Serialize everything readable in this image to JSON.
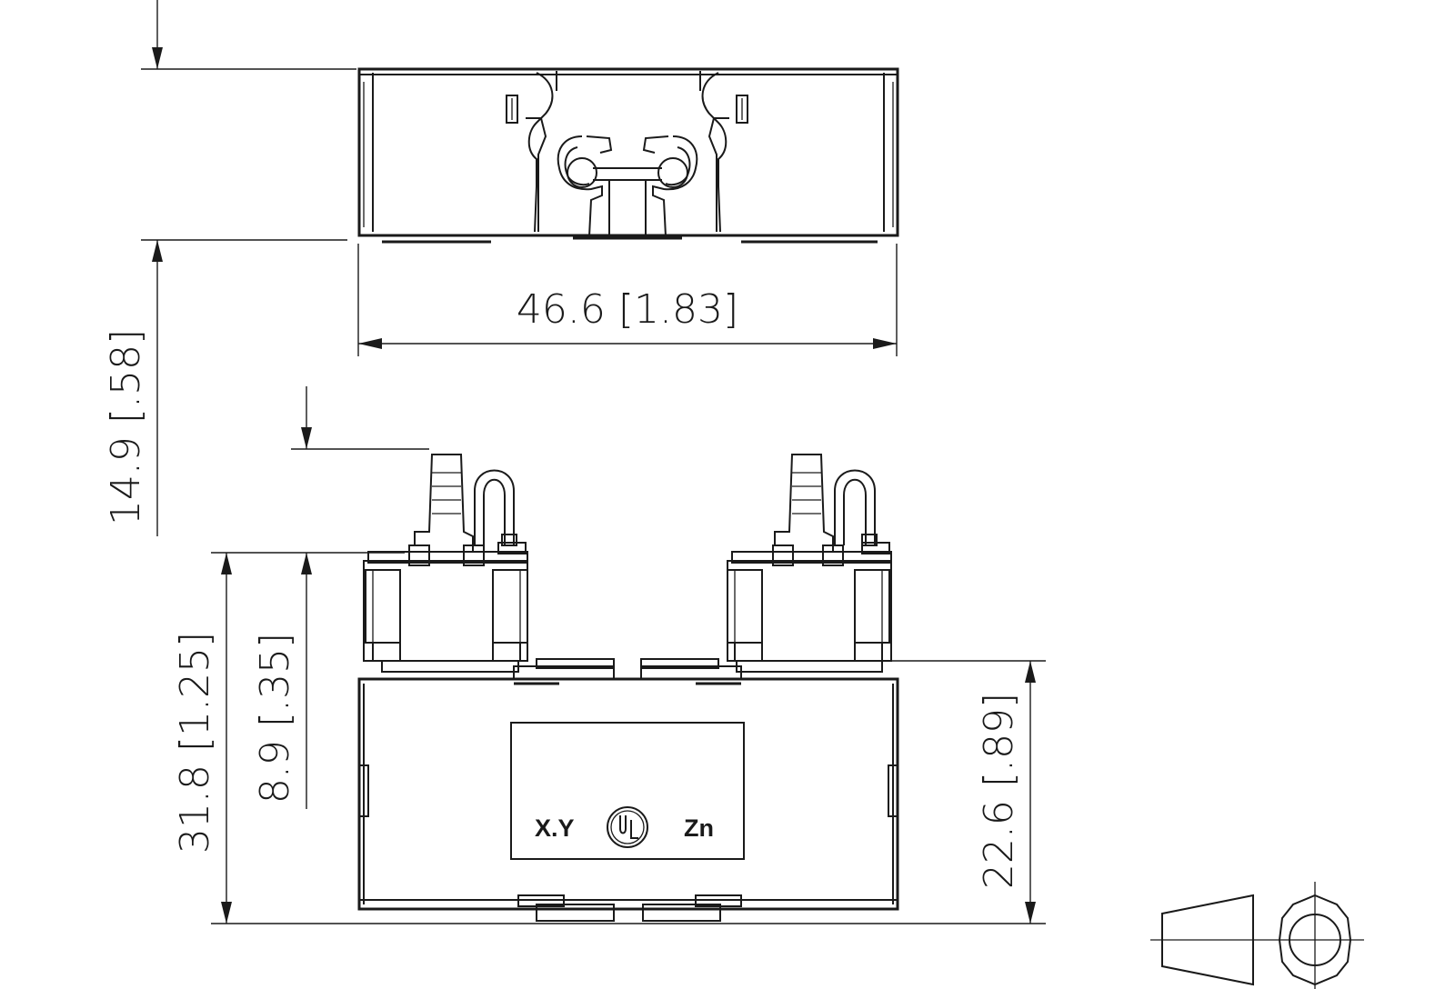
{
  "dimensions": {
    "width_top": "46.6 [1.83]",
    "height_top": "14.9 [.58]",
    "total_height_front": "31.8 [1.25]",
    "terminal_height": "8.9 [.35]",
    "body_height": "22.6 [.89]"
  },
  "markings": {
    "left": "X.Y",
    "right": "Zn",
    "logo": "UL"
  }
}
